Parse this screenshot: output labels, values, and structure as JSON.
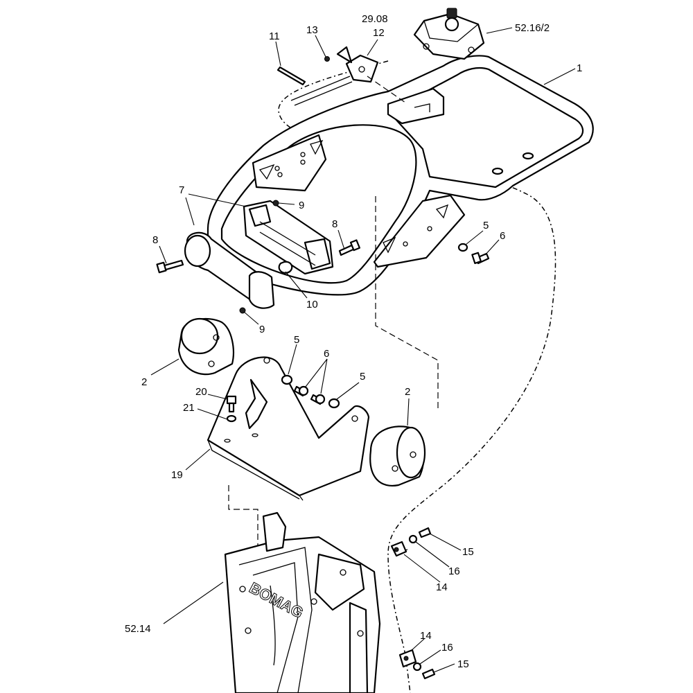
{
  "labels": {
    "ref_5216_2": "52.16/2",
    "ref_2908": "29.08",
    "ref_5214": "52.14",
    "p1": "1",
    "p2a": "2",
    "p2b": "2",
    "p5a": "5",
    "p5b": "5",
    "p5c": "5",
    "p6a": "6",
    "p6b": "6",
    "p7": "7",
    "p8a": "8",
    "p8b": "8",
    "p9a": "9",
    "p9b": "9",
    "p10": "10",
    "p11": "11",
    "p12": "12",
    "p13": "13",
    "p14a": "14",
    "p14b": "14",
    "p15a": "15",
    "p15b": "15",
    "p16a": "16",
    "p16b": "16",
    "p19": "19",
    "p20": "20",
    "p21": "21"
  },
  "logo_text": "BOMAG"
}
